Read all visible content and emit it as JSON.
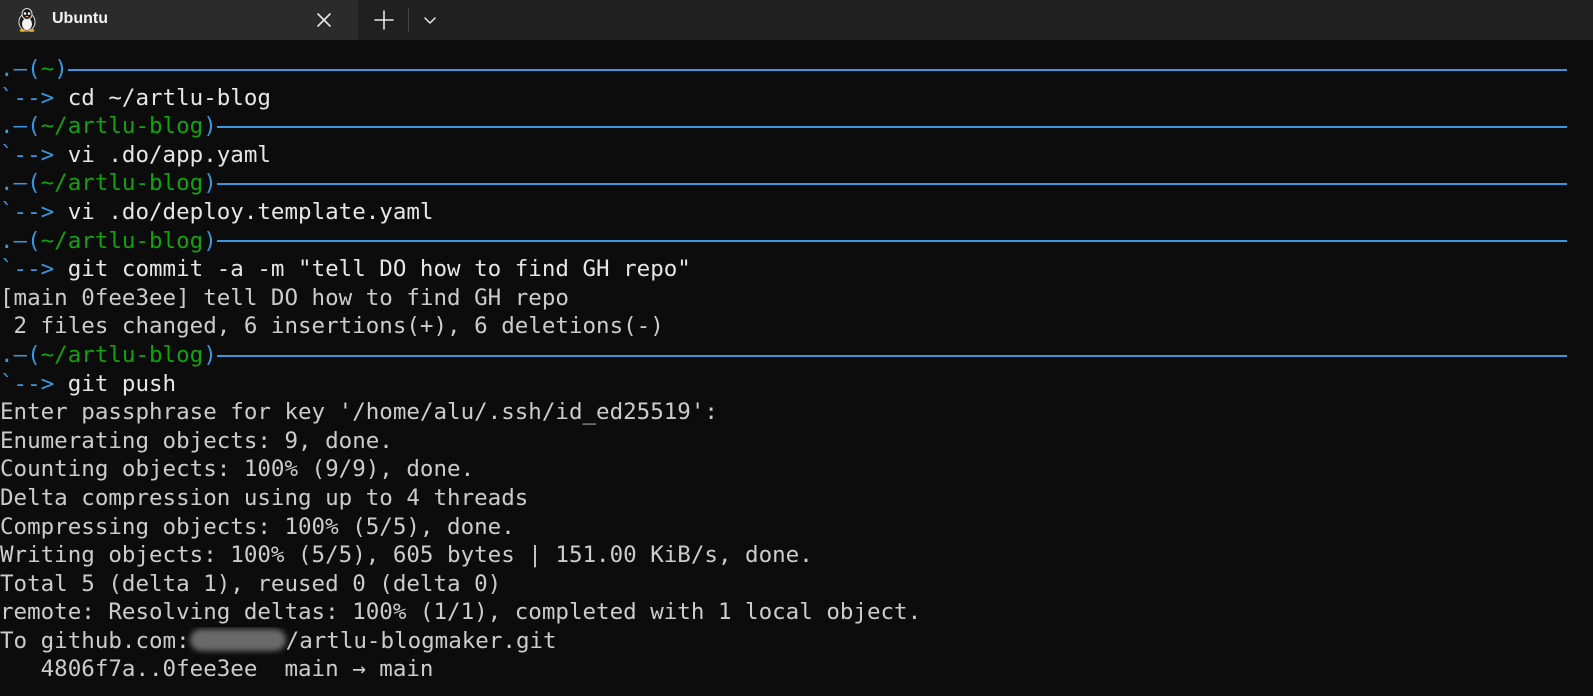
{
  "window": {
    "tab": {
      "title": "Ubuntu",
      "icon": "linux-tux-icon"
    },
    "controls": {
      "close_icon": "close-icon",
      "new_tab_icon": "plus-icon",
      "dropdown_icon": "chevron-down-icon"
    }
  },
  "colors": {
    "background": "#0c0c0c",
    "tabbar": "#202020",
    "active_tab": "#2b2b2b",
    "prompt_blue": "#3a96dd",
    "prompt_green": "#13a10e",
    "text": "#cccccc"
  },
  "terminal": {
    "prompt_prefix": ".–(",
    "prompt_suffix": ")",
    "command_arrow": "`--> ",
    "lines": [
      {
        "type": "prompt",
        "dir": "~"
      },
      {
        "type": "command",
        "text": "cd ~/artlu-blog"
      },
      {
        "type": "prompt",
        "dir": "~/artlu-blog"
      },
      {
        "type": "command",
        "text": "vi .do/app.yaml"
      },
      {
        "type": "prompt",
        "dir": "~/artlu-blog"
      },
      {
        "type": "command",
        "text": "vi .do/deploy.template.yaml"
      },
      {
        "type": "prompt",
        "dir": "~/artlu-blog"
      },
      {
        "type": "command",
        "text": "git commit -a -m \"tell DO how to find GH repo\""
      },
      {
        "type": "output",
        "text": "[main 0fee3ee] tell DO how to find GH repo"
      },
      {
        "type": "output",
        "text": " 2 files changed, 6 insertions(+), 6 deletions(-)"
      },
      {
        "type": "prompt",
        "dir": "~/artlu-blog"
      },
      {
        "type": "command",
        "text": "git push"
      },
      {
        "type": "output",
        "text": "Enter passphrase for key '/home/alu/.ssh/id_ed25519':"
      },
      {
        "type": "output",
        "text": "Enumerating objects: 9, done."
      },
      {
        "type": "output",
        "text": "Counting objects: 100% (9/9), done."
      },
      {
        "type": "output",
        "text": "Delta compression using up to 4 threads"
      },
      {
        "type": "output",
        "text": "Compressing objects: 100% (5/5), done."
      },
      {
        "type": "output",
        "text": "Writing objects: 100% (5/5), 605 bytes | 151.00 KiB/s, done."
      },
      {
        "type": "output",
        "text": "Total 5 (delta 1), reused 0 (delta 0)"
      },
      {
        "type": "output",
        "text": "remote: Resolving deltas: 100% (1/1), completed with 1 local object."
      },
      {
        "type": "output_redacted",
        "before": "To github.com:",
        "after": "/artlu-blogmaker.git"
      },
      {
        "type": "output",
        "text": "   4806f7a..0fee3ee  main → main"
      }
    ]
  }
}
